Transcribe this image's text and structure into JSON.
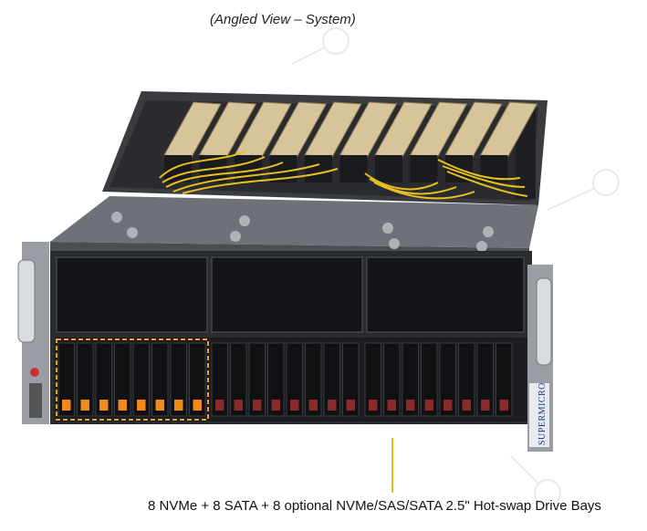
{
  "captions": {
    "view_label": "(Angled View – System)",
    "drive_bays_label": "8 NVMe + 8 SATA + 8 optional NVMe/SAS/SATA 2.5\" Hot-swap Drive Bays"
  },
  "server": {
    "brand": "SUPERMICRO",
    "gpu_count": 10,
    "drive_bays": {
      "nvme": 8,
      "sata": 8,
      "optional": 8
    },
    "colors": {
      "chassis": "#4a4d52",
      "chassis_dark": "#1c1d20",
      "gpu_card": "#d8c49a",
      "cable": "#e8c020",
      "nvme_highlight": "#f0a020",
      "drive_latch_orange": "#f08a1a",
      "drive_latch_red": "#8a2a2a",
      "callout_line": "#d8c020"
    }
  }
}
